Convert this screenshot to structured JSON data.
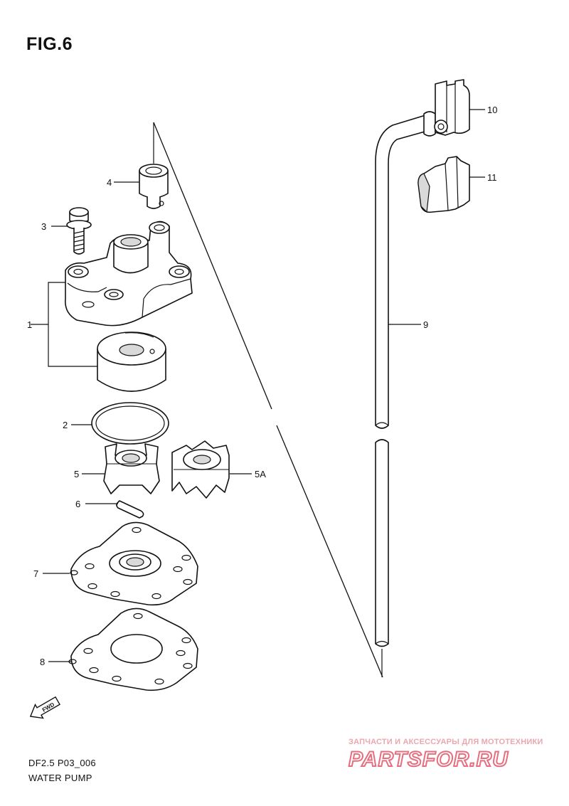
{
  "figure": {
    "title": "FIG.6",
    "model_code": "DF2.5 P03_006",
    "section_title": "WATER PUMP"
  },
  "callouts": [
    "1",
    "2",
    "3",
    "4",
    "5",
    "5A",
    "6",
    "7",
    "8",
    "9",
    "10",
    "11"
  ],
  "fwd_arrow_label": "FWD",
  "watermark": {
    "tagline": "ЗАПЧАСТИ И АКСЕССУАРЫ ДЛЯ МОТОТЕХНИКИ",
    "logo": "PARTSFOR.RU"
  }
}
